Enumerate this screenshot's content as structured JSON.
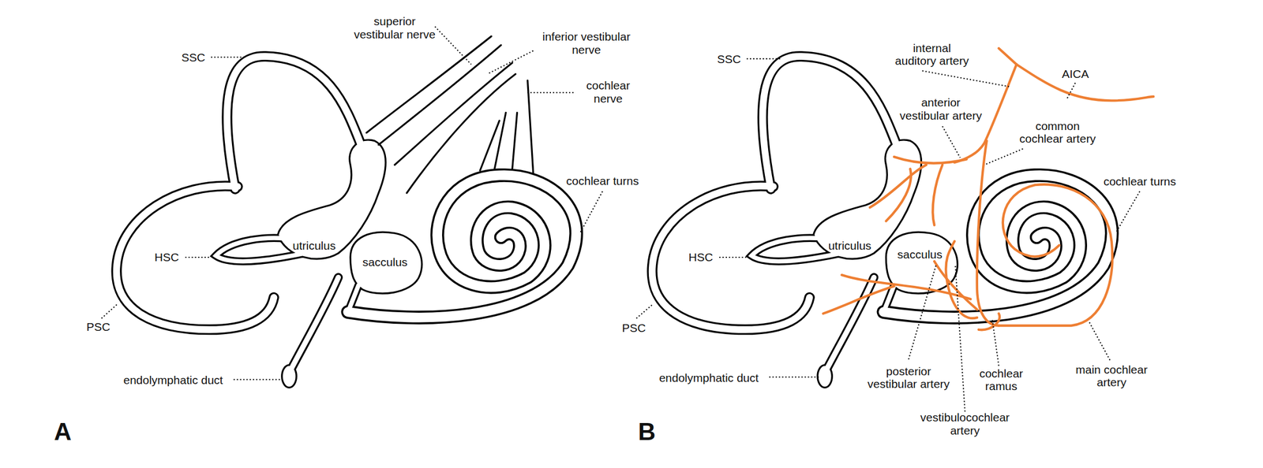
{
  "diagram": {
    "labels": [
      "superior vestibular nerve",
      "inferior vestibular nerve",
      "SSC",
      "cochlear nerve",
      "cochlear turns",
      "utriculus",
      "HSC",
      "sacculus",
      "PSC",
      "endolymphatic duct",
      "A",
      "internal auditory artery",
      "SSC",
      "AICA",
      "anterior vestibular artery",
      "common cochlear artery",
      "cochlear turns",
      "utriculus",
      "HSC",
      "sacculus",
      "PSC",
      "posterior vestibular artery",
      "cochlear ramus",
      "main cochlear artery",
      "endolymphatic duct",
      "vestibulocochlear artery",
      "B"
    ]
  }
}
